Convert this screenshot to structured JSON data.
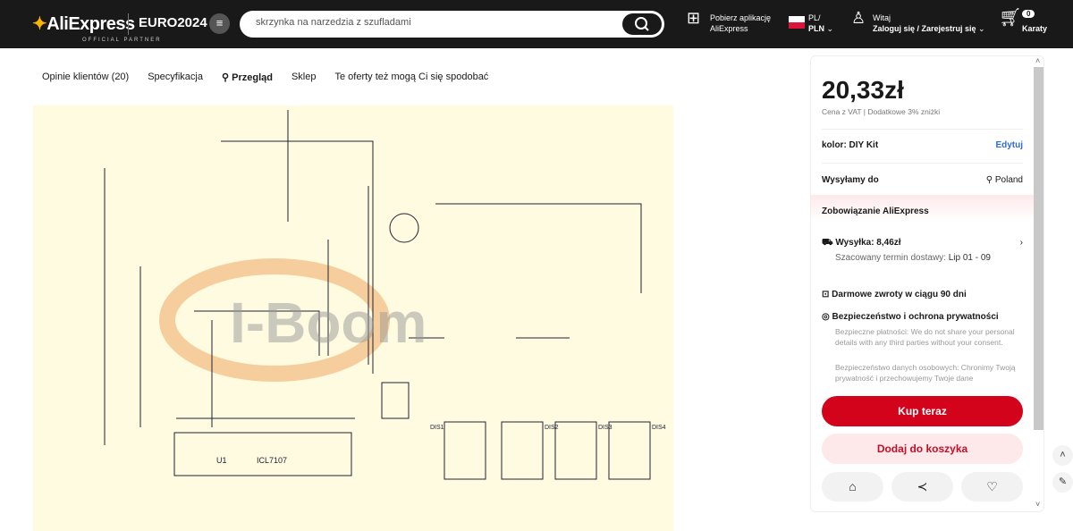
{
  "header": {
    "logo": "AliExpress",
    "partner": "OFFICIAL PARTNER",
    "euro": "EURO2024",
    "search_value": "skrzynka na narzedzia z szufladami",
    "app_line1": "Pobierz aplikację",
    "app_line2": "AliExpress",
    "lang": "PL/",
    "currency": "PLN",
    "greet": "Witaj",
    "login": "Zaloguj się / Zarejestruj się",
    "cart_count": "0",
    "cart_label": "Karaty"
  },
  "tabs": [
    {
      "label": "Opinie klientów (20)"
    },
    {
      "label": "Specyfikacja"
    },
    {
      "label": "Przegląd"
    },
    {
      "label": "Sklep"
    },
    {
      "label": "Te oferty też mogą Ci się spodobać"
    }
  ],
  "schematic": {
    "chip": "ICL7107",
    "u1": "U1",
    "watermark": "I-Boom",
    "dis": [
      "DIS1",
      "DIS2",
      "DIS3",
      "DIS4"
    ]
  },
  "panel": {
    "price": "20,33zł",
    "price_note": "Cena z VAT | Dodatkowe 3% zniżki",
    "color": "kolor: DIY Kit",
    "edit": "Edytuj",
    "ship_to": "Wysyłamy do",
    "country": "Poland",
    "commit": "Zobowiązanie AliExpress",
    "shipping": "Wysyłka: 8,46zł",
    "delivery_label": "Szacowany termin dostawy: ",
    "delivery_date": "Lip 01 - 09",
    "returns": "Darmowe zwroty w ciągu 90 dni",
    "security": "Bezpieczeństwo i ochrona prywatności",
    "sec1": "Bezpieczne płatności: We do not share your personal details with any third parties without your consent.",
    "sec2": "Bezpieczeństwo danych osobowych: Chronimy Twoją prywatność i przechowujemy Twoje dane",
    "buy": "Kup teraz",
    "add_cart": "Dodaj do koszyka"
  }
}
